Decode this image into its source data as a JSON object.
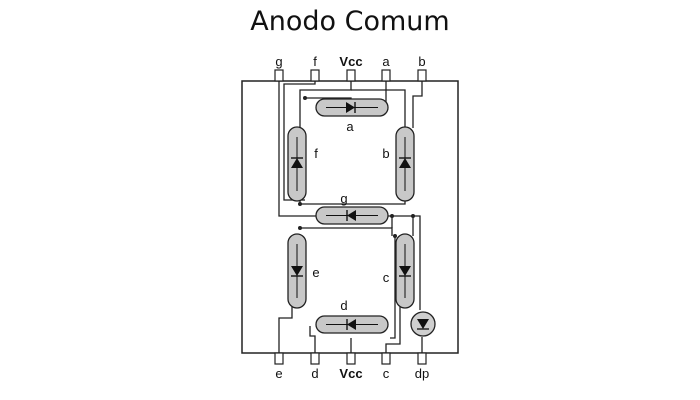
{
  "title": "Anodo Comum",
  "top_pins": [
    "g",
    "f",
    "Vcc",
    "a",
    "b"
  ],
  "bottom_pins": [
    "e",
    "d",
    "Vcc",
    "c",
    "dp"
  ],
  "segments": {
    "a": "a",
    "b": "b",
    "c": "c",
    "d": "d",
    "e": "e",
    "f": "f",
    "g": "g"
  },
  "colors": {
    "segment_fill": "#c8c8c8",
    "dp_fill": "#cfcfcf",
    "outline": "#222222",
    "diode": "#111111"
  }
}
